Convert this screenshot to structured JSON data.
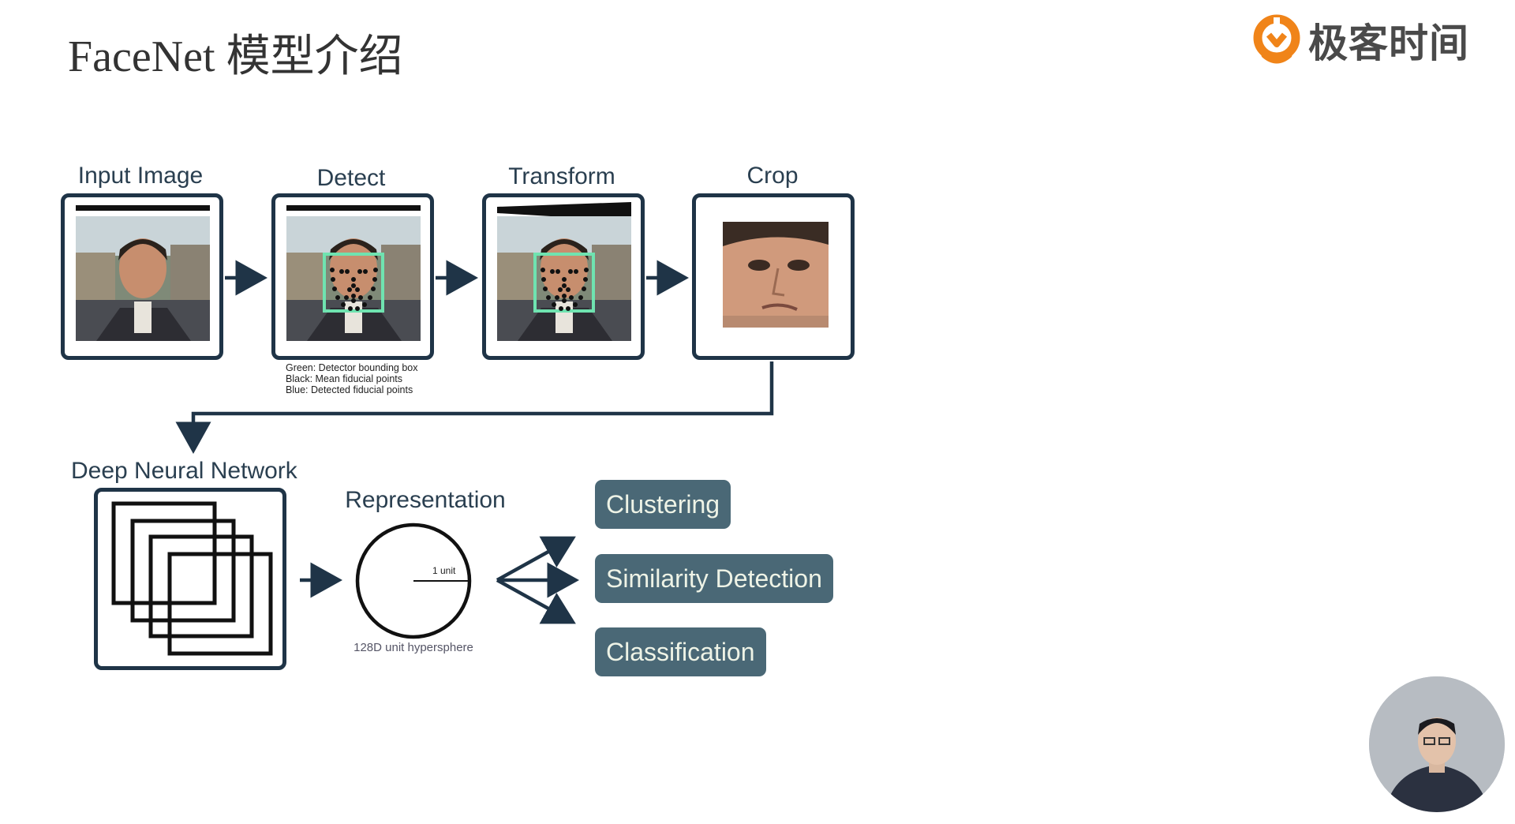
{
  "slide": {
    "title": "FaceNet 模型介绍"
  },
  "brand": {
    "name": "极客时间",
    "icon": "geektime-logo-icon",
    "accent_color": "#f08419"
  },
  "pipeline": {
    "stages": [
      {
        "label": "Input Image"
      },
      {
        "label": "Detect"
      },
      {
        "label": "Transform"
      },
      {
        "label": "Crop"
      }
    ],
    "detect_legend": [
      "Green: Detector bounding box",
      "Black: Mean fiducial points",
      "Blue: Detected fiducial points"
    ]
  },
  "network": {
    "label": "Deep Neural Network"
  },
  "representation": {
    "label": "Representation",
    "unit_label": "1 unit",
    "caption": "128D unit hypersphere"
  },
  "operations": [
    {
      "label": "Clustering"
    },
    {
      "label": "Similarity Detection"
    },
    {
      "label": "Classification"
    }
  ],
  "colors": {
    "dark_navy": "#1f3447",
    "op_box": "#4a6876",
    "op_text": "#eef3e6",
    "bbox_green": "#6fe3b0"
  }
}
